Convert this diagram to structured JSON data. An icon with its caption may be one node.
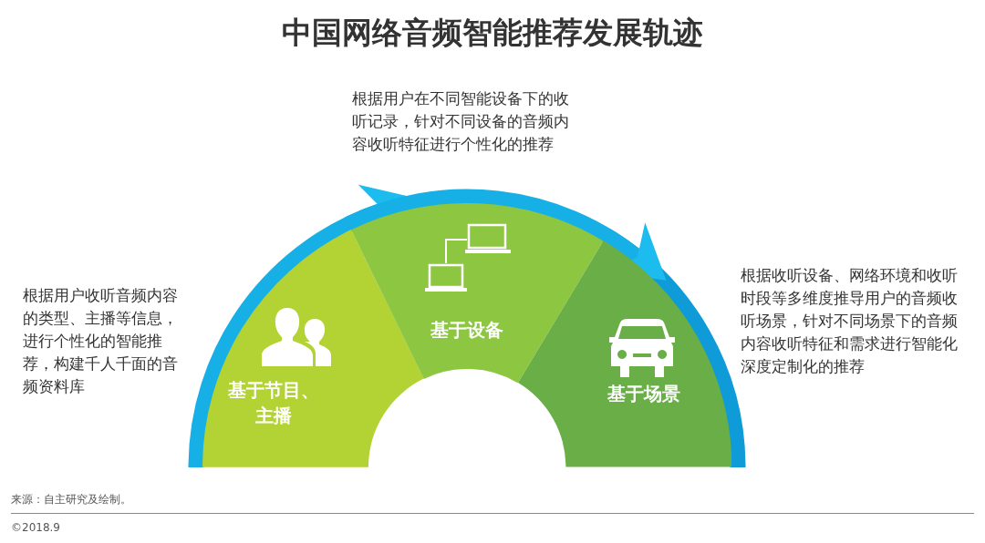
{
  "diagram": {
    "title": "中国网络音频智能推荐发展轨迹",
    "nodes": [
      {
        "text": [
          "基于节目、主播"
        ]
      },
      {
        "text": [
          "基于设备"
        ]
      },
      {
        "text": [
          "基于场景"
        ]
      }
    ],
    "edges": [
      {
        "from": 0,
        "to": 1,
        "arrow": "to"
      },
      {
        "from": 1,
        "to": 2,
        "arrow": "to"
      }
    ],
    "labels": [
      "根据用户在不同智能设备下的收听记录，针对不同设备的音频内容收听特征进行个性化的推荐",
      "根据用户收听音频内容的类型、主播等信息，进行个性化的智能推荐，构建千人千面的音频资料库",
      "根据收听设备、网络环境和收听时段等多维度推导用户的音频收听场景，针对不同场景下的音频内容收听特征和需求进行智能化深度定制化的推荐",
      "来源：自主研究及绘制。",
      "©2018.9"
    ]
  }
}
